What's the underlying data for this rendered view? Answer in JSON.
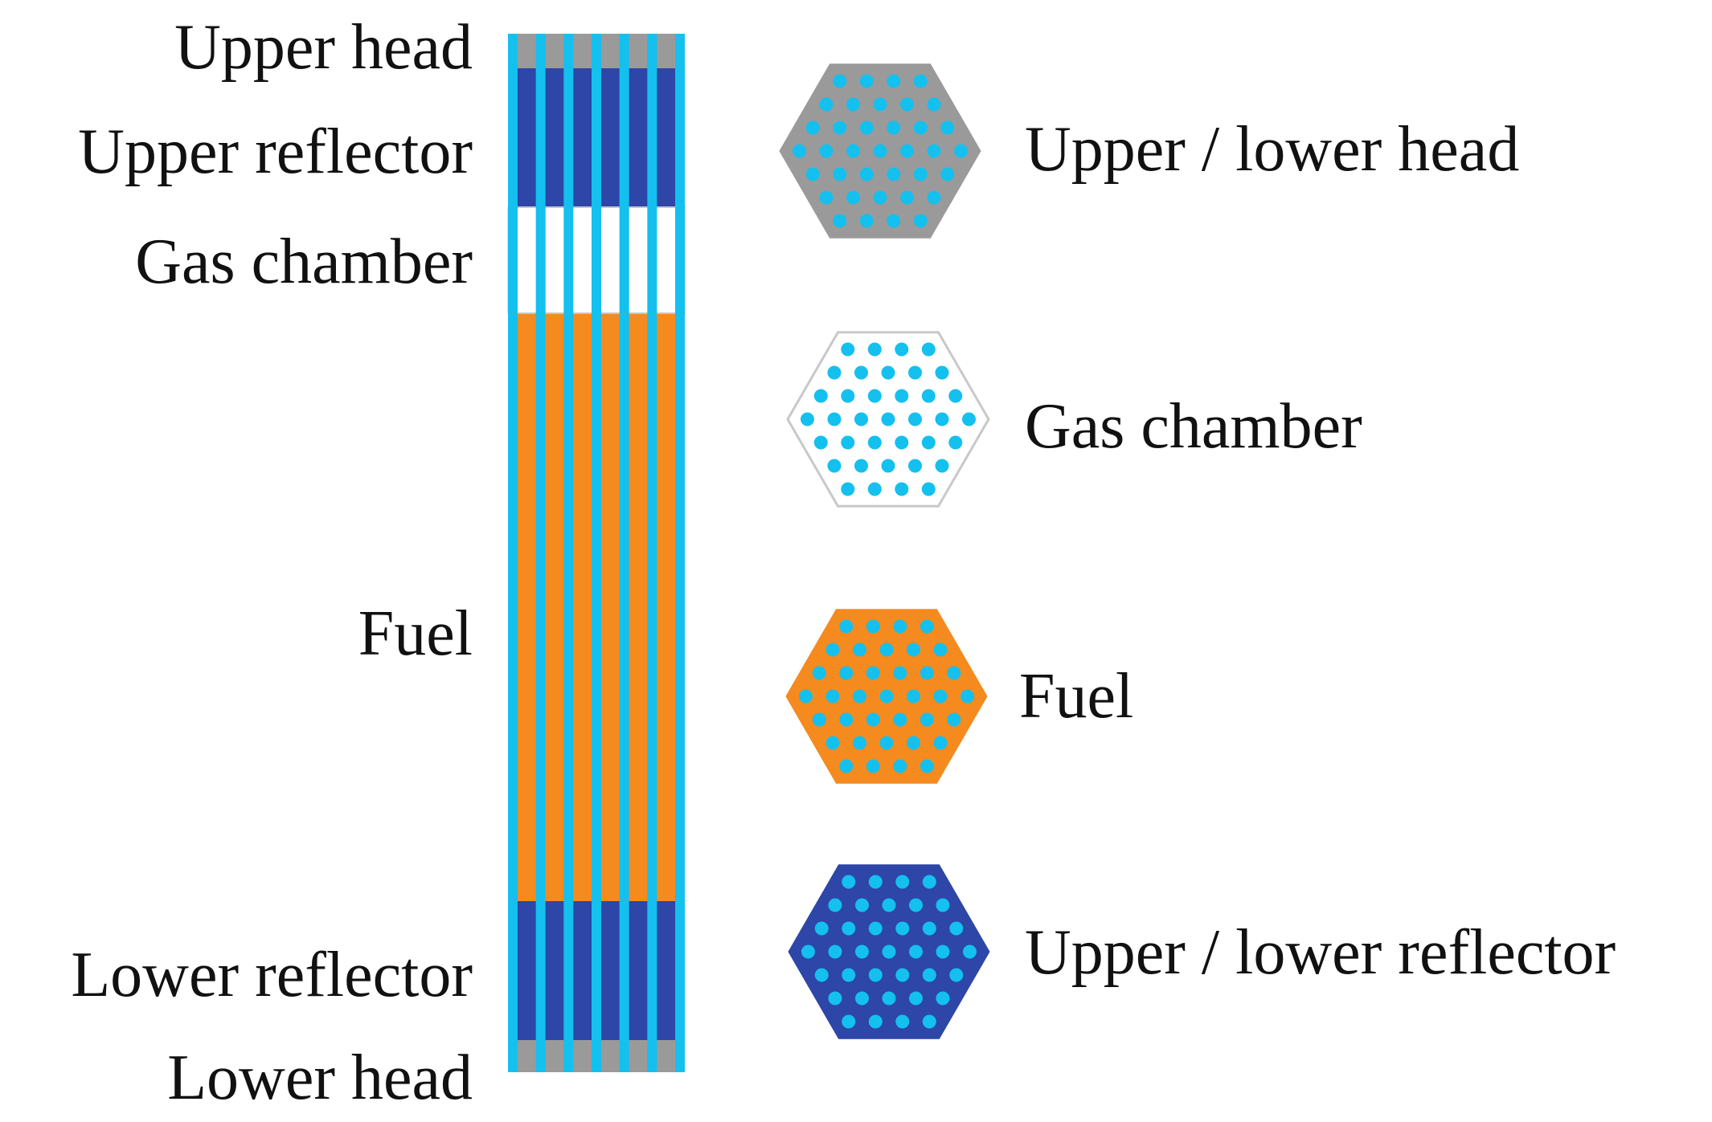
{
  "colors": {
    "head": "#9a9a9a",
    "reflector": "#2d46a8",
    "gas": "#ffffff",
    "fuel": "#f58a1f",
    "coolant": "#14c0ee",
    "outline": "#c8c8c8"
  },
  "zones": [
    {
      "id": "upper-head",
      "label": "Upper head",
      "kind": "head"
    },
    {
      "id": "upper-reflector",
      "label": "Upper reflector",
      "kind": "reflector"
    },
    {
      "id": "gas-chamber",
      "label": "Gas chamber",
      "kind": "gas"
    },
    {
      "id": "fuel",
      "label": "Fuel",
      "kind": "fuel"
    },
    {
      "id": "lower-reflector",
      "label": "Lower reflector",
      "kind": "reflector"
    },
    {
      "id": "lower-head",
      "label": "Lower head",
      "kind": "head"
    }
  ],
  "legend": [
    {
      "id": "head",
      "label": "Upper / lower head",
      "kind": "head"
    },
    {
      "id": "gas-chamber",
      "label": "Gas chamber",
      "kind": "gas"
    },
    {
      "id": "fuel",
      "label": "Fuel",
      "kind": "fuel"
    },
    {
      "id": "reflector",
      "label": "Upper / lower reflector",
      "kind": "reflector"
    }
  ]
}
